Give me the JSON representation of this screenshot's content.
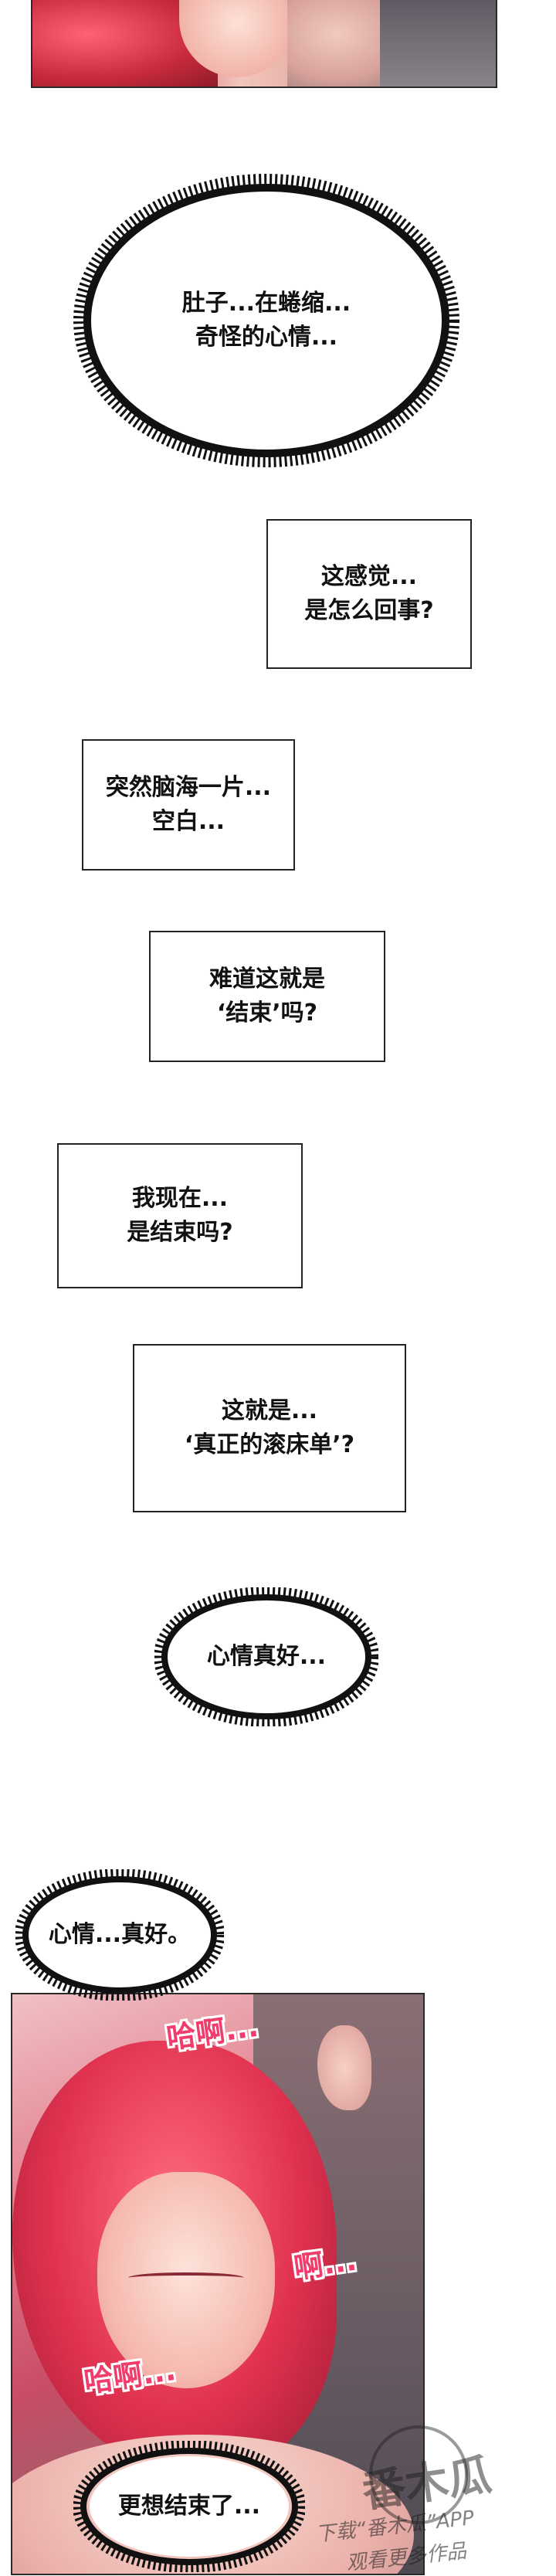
{
  "bubbles": {
    "b1": "肚子...在蜷缩...\n奇怪的心情...",
    "b2": "这感觉...\n是怎么回事?",
    "b3": "突然脑海一片...\n空白...",
    "b4": "难道这就是\n‘结束’吗?",
    "b5": "我现在...\n是结束吗?",
    "b6": "这就是...\n‘真正的滚床单’?",
    "b7": "心情真好...",
    "b8": "心情...真好。",
    "b9": "更想结束了..."
  },
  "sfx": {
    "s1": "哈啊...",
    "s2": "啊...",
    "s3": "哈啊..."
  },
  "watermark": {
    "brand": "番木瓜",
    "line1": "下载“番木瓜”APP",
    "line2": "观看更多作品"
  }
}
